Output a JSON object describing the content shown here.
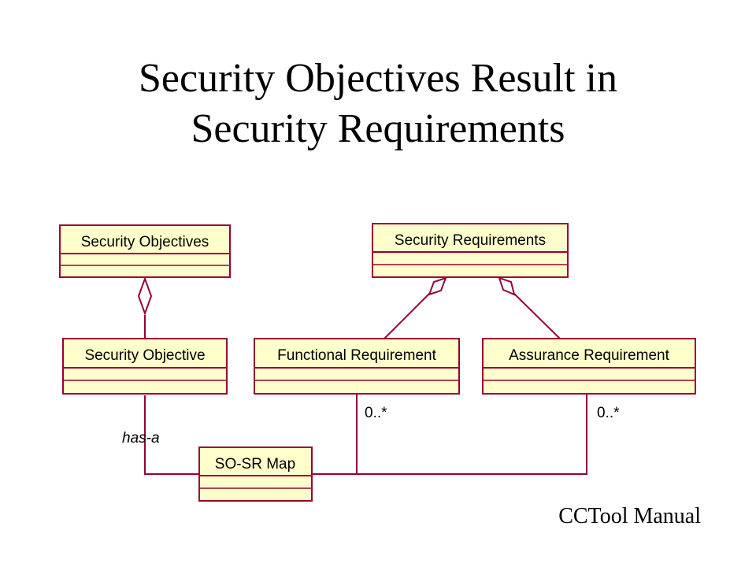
{
  "title": {
    "line1": "Security Objectives Result in",
    "line2": "Security Requirements"
  },
  "credit": "CCTool Manual",
  "colors": {
    "class_fill": "#ffffcc",
    "class_border": "#990033",
    "line": "#990033"
  },
  "diagram": {
    "classes": {
      "security_objectives": "Security Objectives",
      "security_requirements": "Security Requirements",
      "security_objective": "Security Objective",
      "functional_requirement": "Functional Requirement",
      "assurance_requirement": "Assurance Requirement",
      "so_sr_map": "SO-SR Map"
    },
    "labels": {
      "has_a": "has-a",
      "functional_multiplicity": "0..*",
      "assurance_multiplicity": "0..*"
    }
  }
}
